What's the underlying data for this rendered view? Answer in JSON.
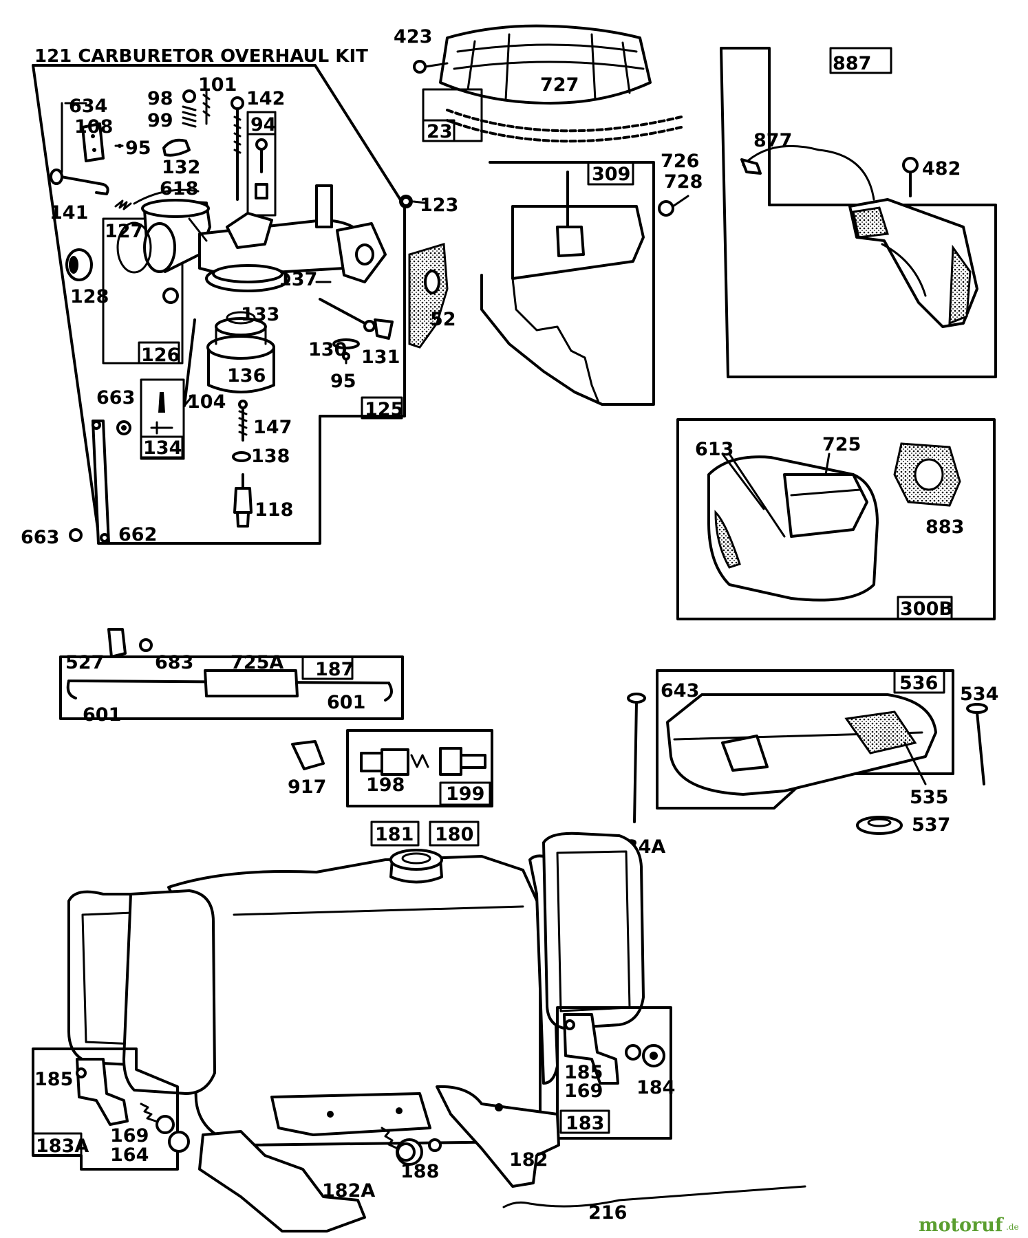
{
  "kit_title": "121 CARBURETOR OVERHAUL KIT",
  "callouts": {
    "c423": "423",
    "c727": "727",
    "c23": "23",
    "c726": "726",
    "c309": "309",
    "c728": "728",
    "c887": "887",
    "c877": "877",
    "c482": "482",
    "c634": "634",
    "c108": "108",
    "c95a": "95",
    "c98": "98",
    "c99": "99",
    "c101": "101",
    "c142": "142",
    "c94": "94",
    "c132": "132",
    "c618": "618",
    "c141": "141",
    "c123": "123",
    "c127": "127",
    "c128": "128",
    "c137": "137",
    "c52": "52",
    "c133": "133",
    "c126": "126",
    "c130": "130",
    "c131": "131",
    "c136": "136",
    "c95b": "95",
    "c104": "104",
    "c125": "125",
    "c663a": "663",
    "c134": "134",
    "c147": "147",
    "c138": "138",
    "c118": "118",
    "c663b": "663",
    "c662": "662",
    "c613": "613",
    "c725": "725",
    "c883": "883",
    "c300b": "300B",
    "c527": "527",
    "c683": "683",
    "c725a": "725A",
    "c187": "187",
    "c601a": "601",
    "c601b": "601",
    "c917": "917",
    "c198": "198",
    "c199": "199",
    "c643": "643",
    "c536": "536",
    "c534": "534",
    "c535": "535",
    "c537": "537",
    "c534a": "534A",
    "c181": "181",
    "c180": "180",
    "c185a": "185",
    "c183a": "183A",
    "c169a": "169",
    "c164": "164",
    "c182a": "182A",
    "c188": "188",
    "c182": "182",
    "c185b": "185",
    "c169b": "169",
    "c184": "184",
    "c183": "183",
    "c216": "216"
  },
  "watermark": {
    "brand": "motoruf",
    "suffix": ".de"
  },
  "colors": {
    "ink": "#000000",
    "paper": "#ffffff",
    "watermark": "#5a9e2f"
  }
}
